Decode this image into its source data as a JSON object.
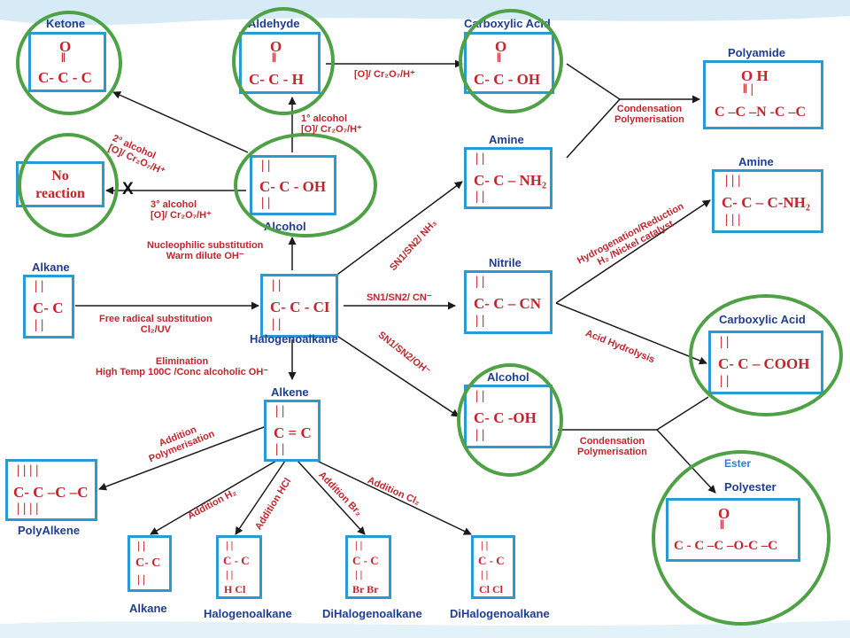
{
  "colors": {
    "box_border": "#2a9ad4",
    "title_text": "#1f3e92",
    "formula_text": "#c0262d",
    "ring": "#4ea145",
    "arrow": "#1a1a1a"
  },
  "labels": {
    "ketone": "Ketone",
    "aldehyde": "Aldehyde",
    "carboxylic_acid_top": "Carboxylic Acid",
    "polyamide": "Polyamide",
    "amine_mid": "Amine",
    "amine_right": "Amine",
    "alcohol_top": "Alcohol",
    "alkane_left": "Alkane",
    "nitrile": "Nitrile",
    "halogenoalkane": "Halogenoalkane",
    "carboxylic_acid_right": "Carboxylic Acid",
    "alcohol_low": "Alcohol",
    "alkene": "Alkene",
    "ester": "Ester",
    "polyester": "Polyester",
    "polyalkene": "PolyAlkene",
    "alkane_bottom": "Alkane",
    "halogenoalkane_bottom": "Halogenoalkane",
    "dihalogenoalkane_1": "DiHalogenoalkane",
    "dihalogenoalkane_2": "DiHalogenoalkane",
    "x_mark": "X"
  },
  "formulas": {
    "ketone": {
      "top": "O",
      "bond": "‖",
      "main": "C-  C - C"
    },
    "aldehyde": {
      "top": "O",
      "bond": "‖",
      "main": "C-  C - H"
    },
    "carboxylic_acid_top": {
      "top": "O",
      "bond": "‖",
      "main": "C-  C - OH"
    },
    "polyamide": {
      "top": "O  H",
      "bond": "‖    |",
      "main": "C –C –N -C –C"
    },
    "no_reaction": {
      "line1": "No",
      "line2": "reaction"
    },
    "alcohol_top": {
      "bonds": "|   |",
      "main": "C- C - OH",
      "bonds2": "|   |"
    },
    "amine_mid": {
      "bonds": "|   |",
      "main": "C- C – NH₂",
      "bonds2": "|   |"
    },
    "amine_right": {
      "bonds": "|    |    |",
      "main": "C- C – C-NH₂",
      "bonds2": "|    |    |"
    },
    "alkane_left": {
      "bonds": "|   |",
      "main": "C- C",
      "bonds2": "|   |"
    },
    "halogenoalkane": {
      "bonds": "|   |",
      "main": "C- C - CI",
      "bonds2": "|   |"
    },
    "nitrile": {
      "bonds": "|   |",
      "main": "C- C – CN",
      "bonds2": "|   |"
    },
    "carboxylic_acid_right": {
      "bonds": "|   |",
      "main": "C- C – COOH",
      "bonds2": "|   |"
    },
    "alcohol_low": {
      "bonds": "|   |",
      "main": "C- C -OH",
      "bonds2": "|   |"
    },
    "alkene": {
      "bonds": "|   |",
      "main": "C = C",
      "bonds2": "|   |"
    },
    "polyester": {
      "top": "O",
      "bond": "‖",
      "main": "C - C –C –O-C –C"
    },
    "polyalkene": {
      "bonds": "|   |   |   |",
      "main": "C- C –C –C",
      "bonds2": "|   |   |   |"
    },
    "alkane_bottom": {
      "bonds": "|   |",
      "main": "C- C",
      "bonds2": "|   |"
    },
    "halo_bottom": {
      "bonds": "|   |",
      "main": "C - C",
      "bonds2": "|   |",
      "sub": "H   Cl"
    },
    "dihalo_1": {
      "bonds": "|   |",
      "main": "C - C",
      "bonds2": "|   |",
      "sub": "Br  Br"
    },
    "dihalo_2": {
      "bonds": "|   |",
      "main": "C - C",
      "bonds2": "|   |",
      "sub": "Cl  Cl"
    }
  },
  "conditions": {
    "aldehyde_to_acid": "[O]/ Cr₂O₇/H⁺",
    "acid_to_polyamide_1": "Condensation",
    "acid_to_polyamide_2": "Polymerisation",
    "secondary_1": "2° alcohol",
    "secondary_2": "[O]/ Cr₂O₇/H⁺",
    "primary_1": "1° alcohol",
    "primary_2": "[O]/ Cr₂O₇/H⁺",
    "tertiary_1": "3° alcohol",
    "tertiary_2": "[O]/ Cr₂O₇/H⁺",
    "nucleophilic_1": "Nucleophilic substitution",
    "nucleophilic_2": "Warm dilute OH⁻",
    "free_radical_1": "Free radical substitution",
    "free_radical_2": "Cl₂/UV",
    "elimination_1": "Elimination",
    "elimination_2": "High Temp 100C /Conc  alcoholic OH⁻",
    "sn_nh3": "SN1/SN2/ NH₃",
    "sn_cn": "SN1/SN2/ CN⁻",
    "sn_oh": "SN1/SN2/OH⁻",
    "hydrogenation_1": "Hydrogenation/Reduction",
    "hydrogenation_2": "H₂ /Nickel catalyst",
    "acid_hydrolysis": "Acid Hydrolysis",
    "condensation_low_1": "Condensation",
    "condensation_low_2": "Polymerisation",
    "addition_poly_1": "Addition",
    "addition_poly_2": "Polymerisation",
    "addition_h2": "Addition H₂",
    "addition_hcl": "Addition HCl",
    "addition_br2": "Addition Br₂",
    "addition_cl2": "Addition Cl₂"
  }
}
